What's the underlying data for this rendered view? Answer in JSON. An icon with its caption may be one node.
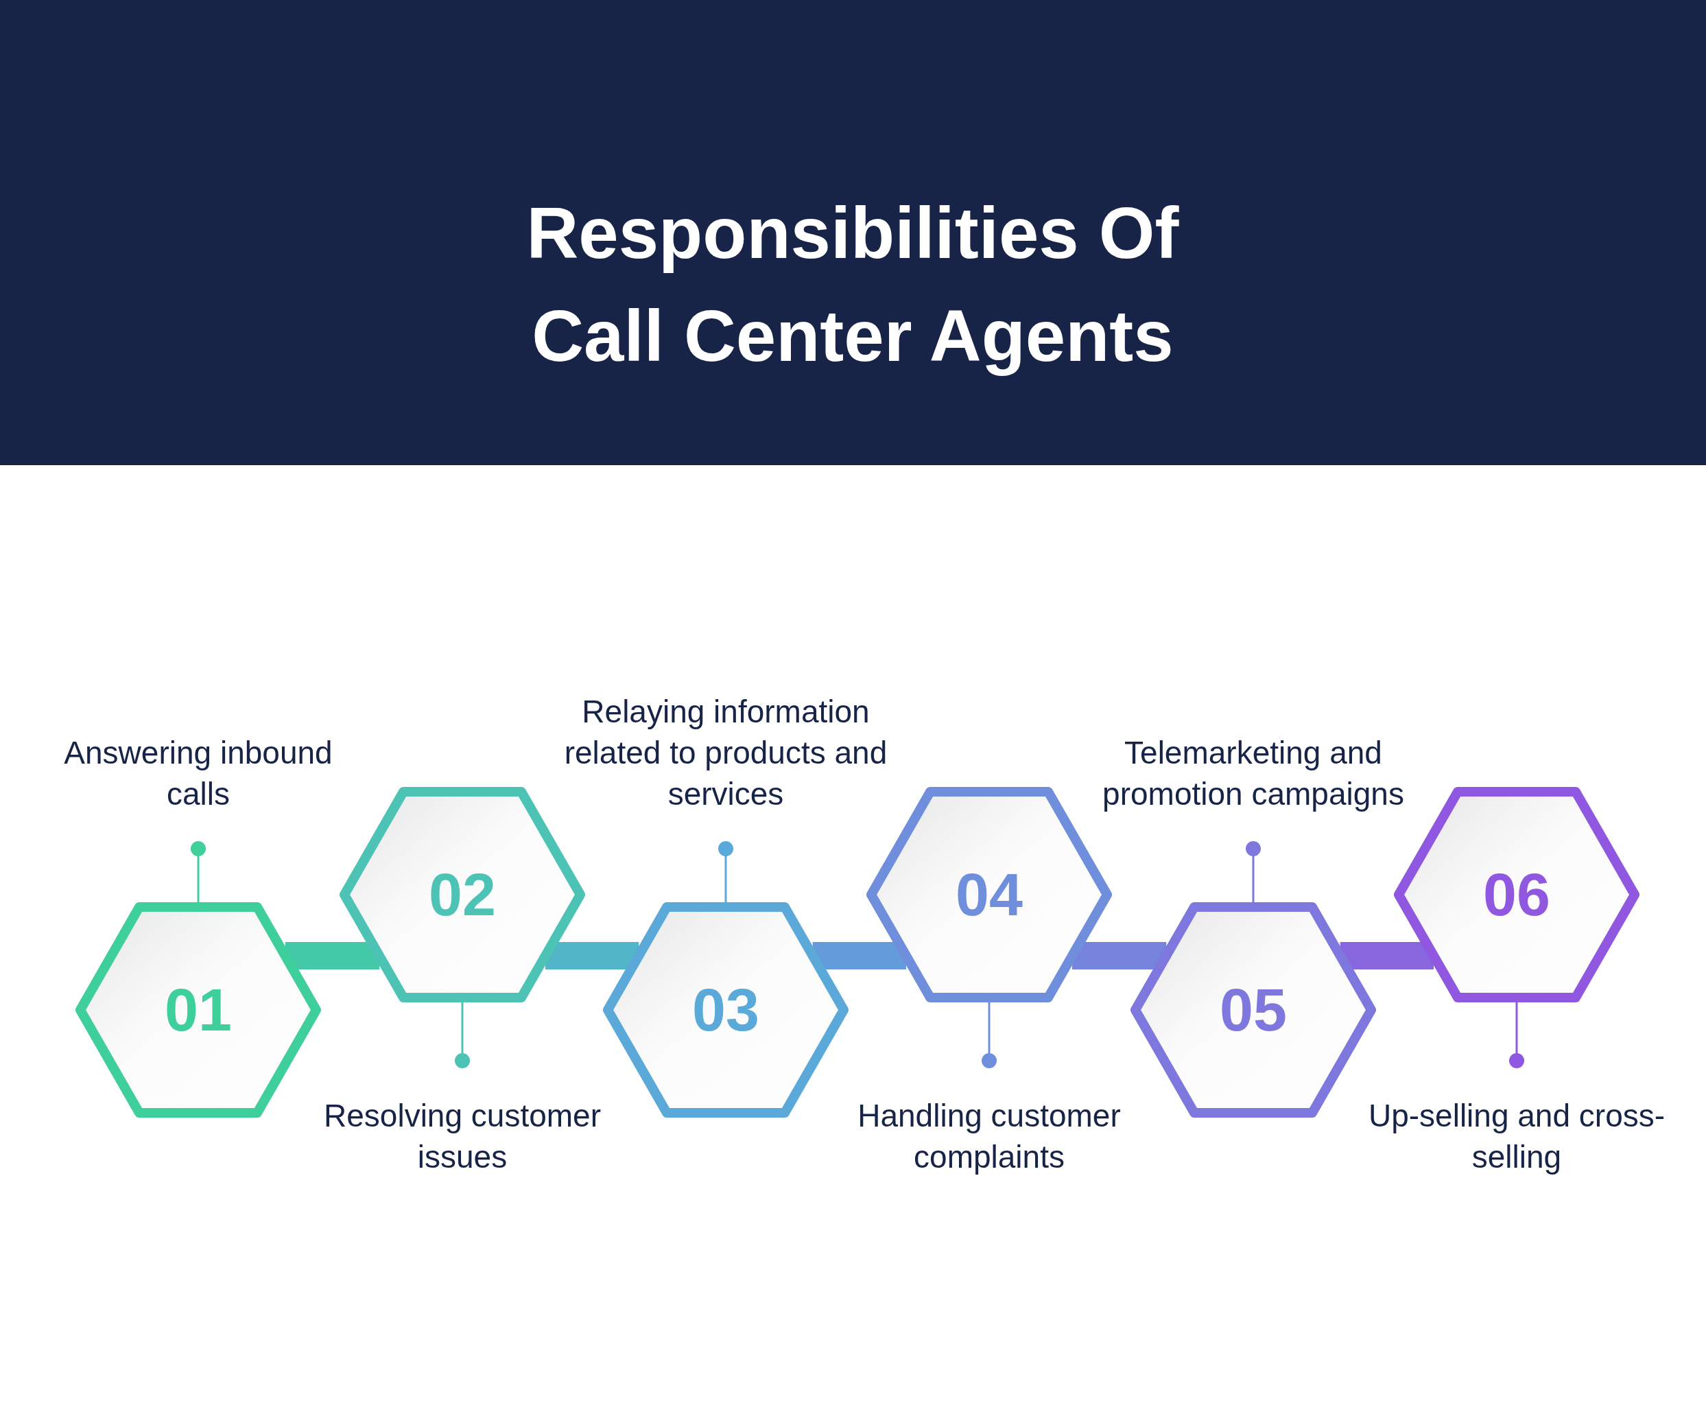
{
  "diagram": {
    "title": "Responsibilities Of Call Center Agents",
    "nodes": [
      {
        "text": [
          "01"
        ]
      },
      {
        "text": [
          "Answering inbound calls"
        ]
      },
      {
        "text": [
          "02"
        ]
      },
      {
        "text": [
          "Resolving customer issues"
        ]
      },
      {
        "text": [
          "03"
        ]
      },
      {
        "text": [
          "Relaying information related to products and services"
        ]
      },
      {
        "text": [
          "04"
        ]
      },
      {
        "text": [
          "Handling customer complaints"
        ]
      },
      {
        "text": [
          "05"
        ]
      },
      {
        "text": [
          "Telemarketing and promotion campaigns"
        ]
      },
      {
        "text": [
          "06"
        ]
      },
      {
        "text": [
          "Up-selling and cross-selling"
        ]
      }
    ],
    "edges": [
      {
        "from": 0,
        "to": 2,
        "arrow": "none",
        "style": "thick",
        "color": "#44c9a8"
      },
      {
        "from": 2,
        "to": 4,
        "arrow": "none",
        "style": "thick",
        "color": "#52b6c8"
      },
      {
        "from": 4,
        "to": 6,
        "arrow": "none",
        "style": "thick",
        "color": "#649cdb"
      },
      {
        "from": 6,
        "to": 8,
        "arrow": "none",
        "style": "thick",
        "color": "#7683dc"
      },
      {
        "from": 8,
        "to": 10,
        "arrow": "none",
        "style": "thick",
        "color": "#8766de"
      },
      {
        "from": 1,
        "to": 0,
        "arrow": "other",
        "color": "#3ecf9b"
      },
      {
        "from": 3,
        "to": 2,
        "arrow": "other",
        "color": "#4cc3b5"
      },
      {
        "from": 5,
        "to": 4,
        "arrow": "other",
        "color": "#5aa9d9"
      },
      {
        "from": 7,
        "to": 6,
        "arrow": "other",
        "color": "#6f8fdc"
      },
      {
        "from": 9,
        "to": 8,
        "arrow": "other",
        "color": "#7e77dd"
      },
      {
        "from": 11,
        "to": 10,
        "arrow": "other",
        "color": "#9057e0"
      }
    ]
  }
}
